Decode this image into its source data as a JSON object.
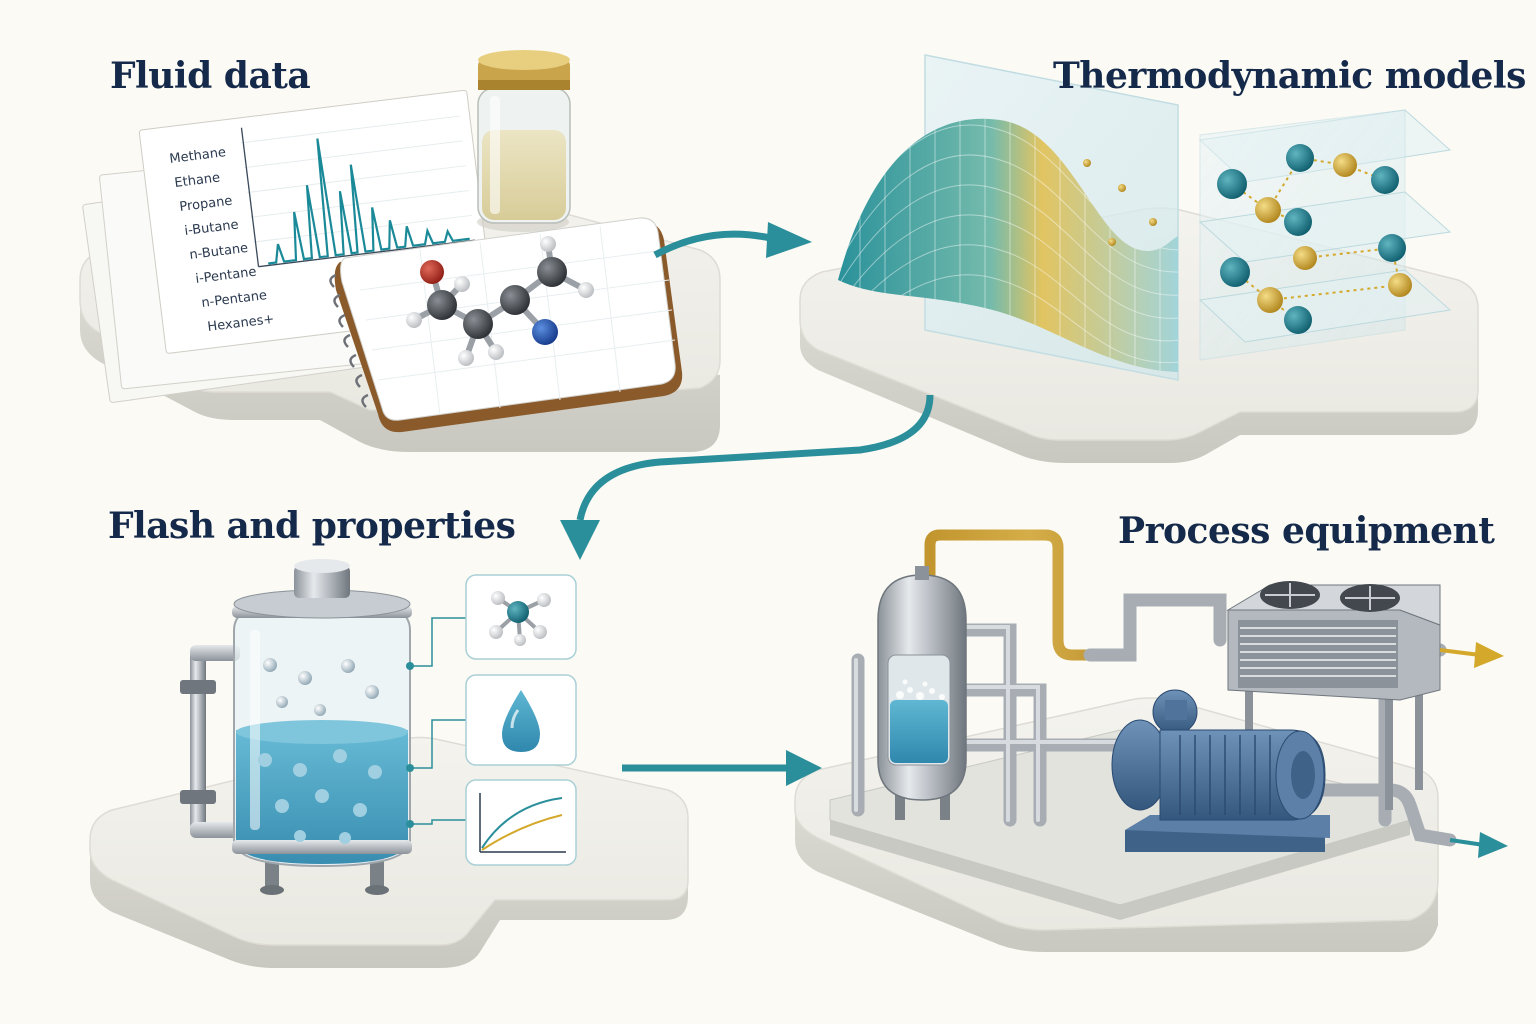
{
  "titles": {
    "fluid_data": "Fluid data",
    "thermo_models": "Thermodynamic models",
    "flash_properties": "Flash and properties",
    "process_equipment": "Process equipment"
  },
  "components": [
    "Methane",
    "Ethane",
    "Propane",
    "i-Butane",
    "n-Butane",
    "i-Pentane",
    "n-Pentane",
    "Hexanes+"
  ],
  "colors": {
    "title": "#152a4a",
    "teal_arrow": "#2a8f9a",
    "gold": "#d4a82a",
    "liquid_blue": "#3f9dbd",
    "platform": "#ecebe4"
  },
  "icons": [
    "molecule-icon",
    "droplet-icon",
    "curve-chart-icon"
  ]
}
